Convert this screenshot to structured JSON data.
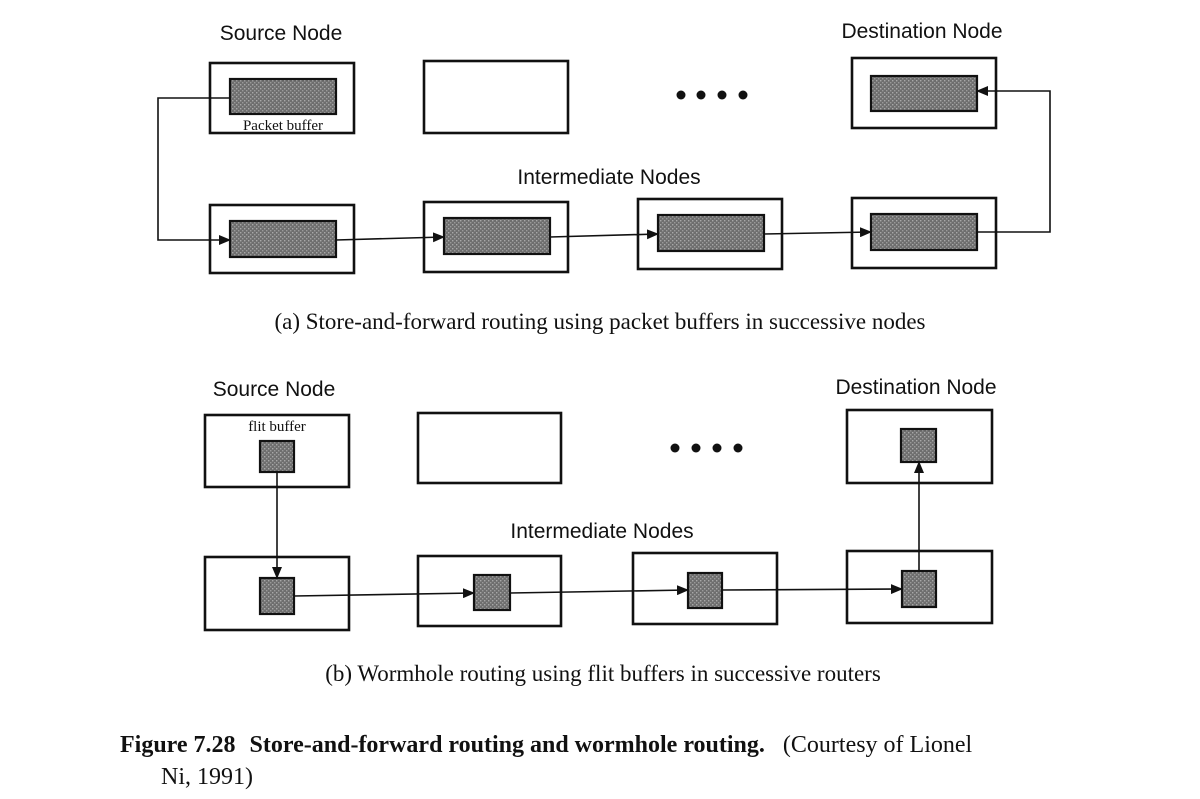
{
  "panel_a": {
    "source_label": "Source Node",
    "destination_label": "Destination Node",
    "intermediate_label": "Intermediate Nodes",
    "buffer_label": "Packet buffer",
    "caption": "(a) Store-and-forward routing using packet buffers in successive nodes"
  },
  "panel_b": {
    "source_label": "Source Node",
    "destination_label": "Destination Node",
    "intermediate_label": "Intermediate Nodes",
    "buffer_label": "flit buffer",
    "caption": "(b) Wormhole routing using flit buffers in successive routers"
  },
  "figure_caption": {
    "number": "Figure 7.28",
    "title": "Store-and-forward routing and wormhole routing.",
    "credit_line1": "(Courtesy of Lionel",
    "credit_line2": "Ni, 1991)"
  },
  "colors": {
    "ink": "#111111",
    "buffer_fill": "#6e6e6e",
    "background": "#ffffff"
  }
}
